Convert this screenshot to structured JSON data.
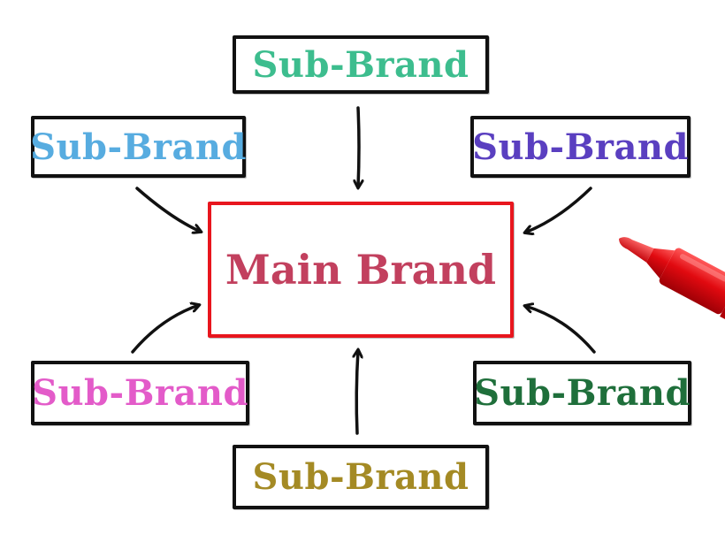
{
  "main": {
    "label": "Main Brand",
    "color": "#c2405e",
    "border_color": "#e8161e"
  },
  "sub_brands": [
    {
      "position": "top",
      "label": "Sub-Brand",
      "color": "#3dbd8e"
    },
    {
      "position": "upper-left",
      "label": "Sub-Brand",
      "color": "#57ace0"
    },
    {
      "position": "upper-right",
      "label": "Sub-Brand",
      "color": "#5a3fc0"
    },
    {
      "position": "lower-left",
      "label": "Sub-Brand",
      "color": "#e35bc9"
    },
    {
      "position": "lower-right",
      "label": "Sub-Brand",
      "color": "#1f6f3b"
    },
    {
      "position": "bottom",
      "label": "Sub-Brand",
      "color": "#a48a24"
    }
  ],
  "arrow_color": "#111111",
  "marker": {
    "cap_color": "#e10a10",
    "body_color": "#f2f2f2"
  }
}
